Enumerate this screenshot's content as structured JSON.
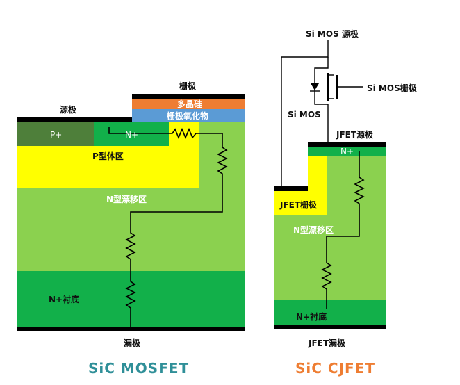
{
  "mosfet": {
    "title": "SiC MOSFET",
    "source": "源极",
    "gate": "栅极",
    "poly": "多晶硅",
    "oxide": "栅极氧化物",
    "pplus": "P+",
    "nplus": "N+",
    "pbody": "P型体区",
    "drift": "N型漂移区",
    "substrate": "N+衬底",
    "drain": "漏极"
  },
  "jfet": {
    "title": "SiC CJFET",
    "si_source": "Si MOS 源极",
    "si_gate": "Si MOS栅极",
    "si_mos": "Si MOS",
    "jfet_source": "JFET源极",
    "nplus": "N+",
    "jfet_gate": "JFET栅极",
    "drift": "N型漂移区",
    "substrate": "N+衬底",
    "drain": "JFET漏极"
  },
  "colors": {
    "drift": "#8bd14f",
    "substrate": "#12b04a",
    "pbody": "#ffff00",
    "pplus": "#4e7f3a",
    "poly": "#ee7d32",
    "oxide": "#5b9bd5",
    "metal": "#000000",
    "title_mosfet": "#2f8f98",
    "title_jfet": "#ee7d32"
  }
}
